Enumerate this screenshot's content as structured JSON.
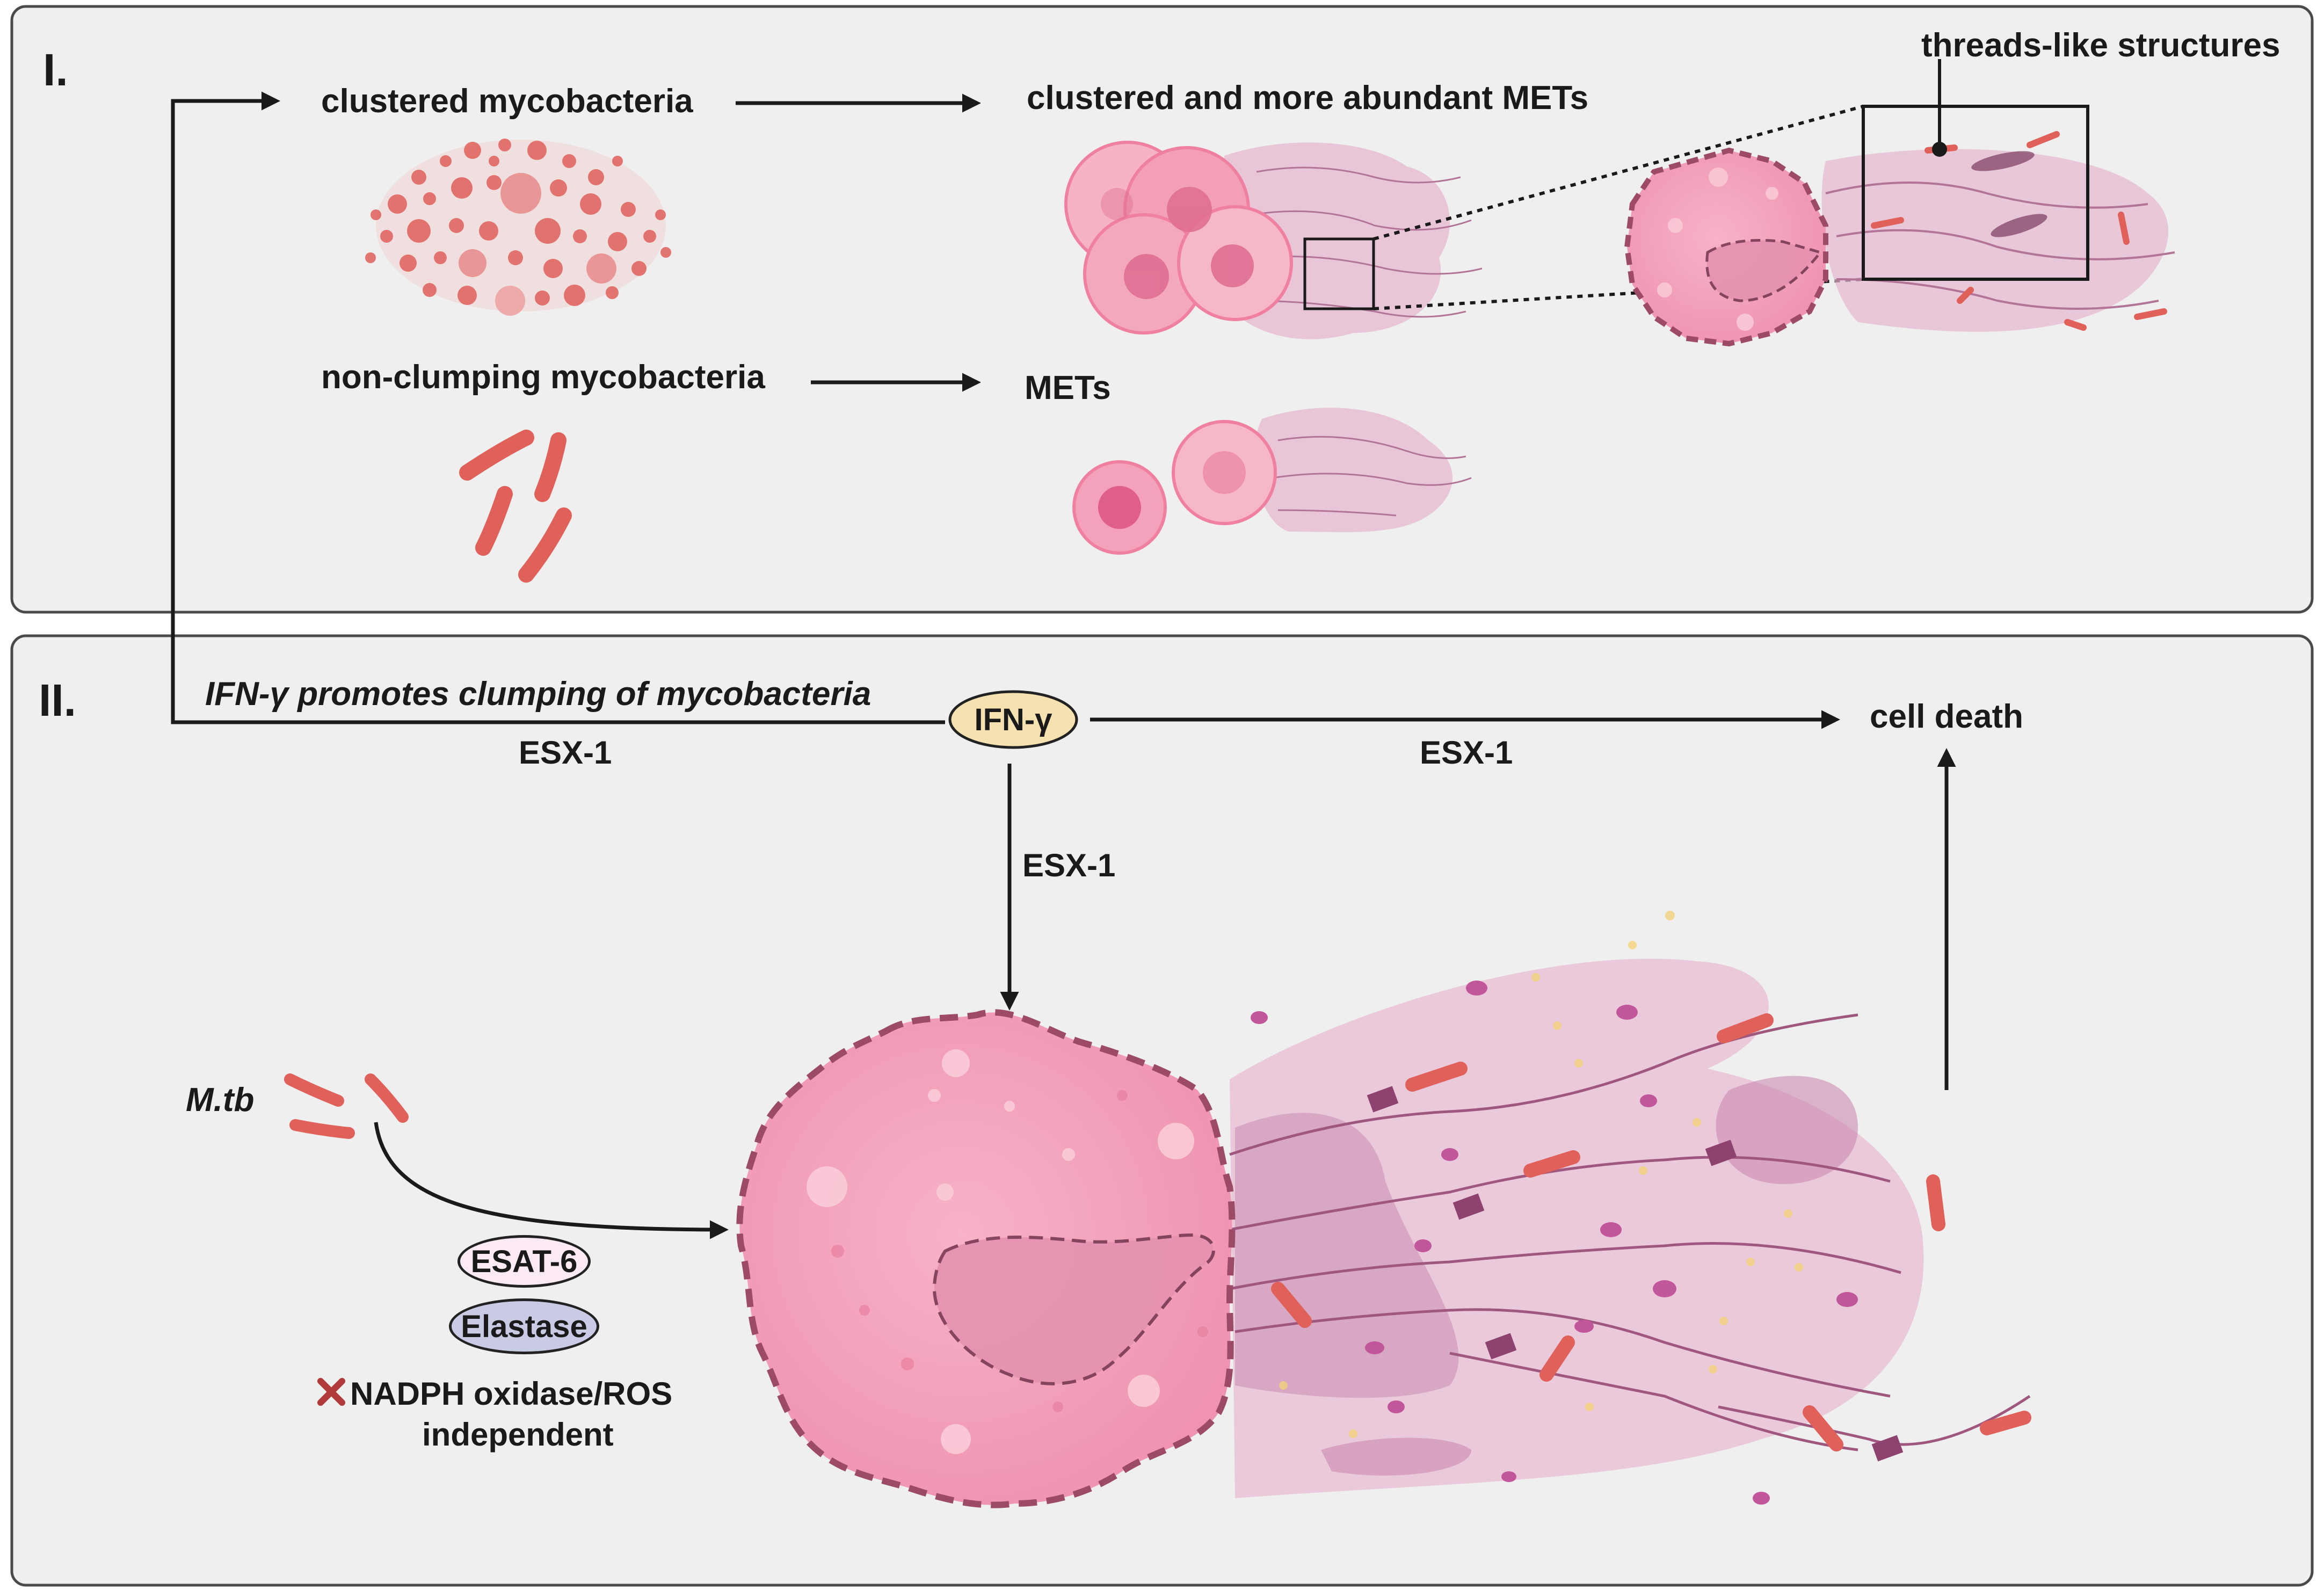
{
  "panel_one": {
    "number": "I.",
    "clustered_label": "clustered mycobacteria",
    "clustered_result": "clustered and more abundant METs",
    "nonclumping_label": "non-clumping mycobacteria",
    "nonclumping_result": "METs",
    "callout_label": "threads-like structures"
  },
  "panel_two": {
    "number": "II.",
    "ifn_statement": "IFN-γ promotes clumping of mycobacteria",
    "ifn_node": "IFN-γ",
    "esx1_left": "ESX-1",
    "esx1_right": "ESX-1",
    "esx1_down": "ESX-1",
    "cell_death": "cell death",
    "mtb": "M.tb",
    "esat6": "ESAT-6",
    "elastase": "Elastase",
    "nadph_line1": "NADPH oxidase/ROS",
    "nadph_line2": "independent",
    "cross_icon": "cross-mark-icon"
  },
  "colors": {
    "panel_bg": "#efefef",
    "panel_border": "#4a4a4a",
    "bacteria": "#e0605a",
    "cell_pink": "#f4a0bb",
    "cell_membrane": "#9c4a66",
    "met_cloud": "#e6b7cf",
    "ifn_fill": "#f5e2b0",
    "esat_fill": "#fbeaf3",
    "elastase_fill": "#c9cbe4",
    "cross": "#b03a3a"
  }
}
